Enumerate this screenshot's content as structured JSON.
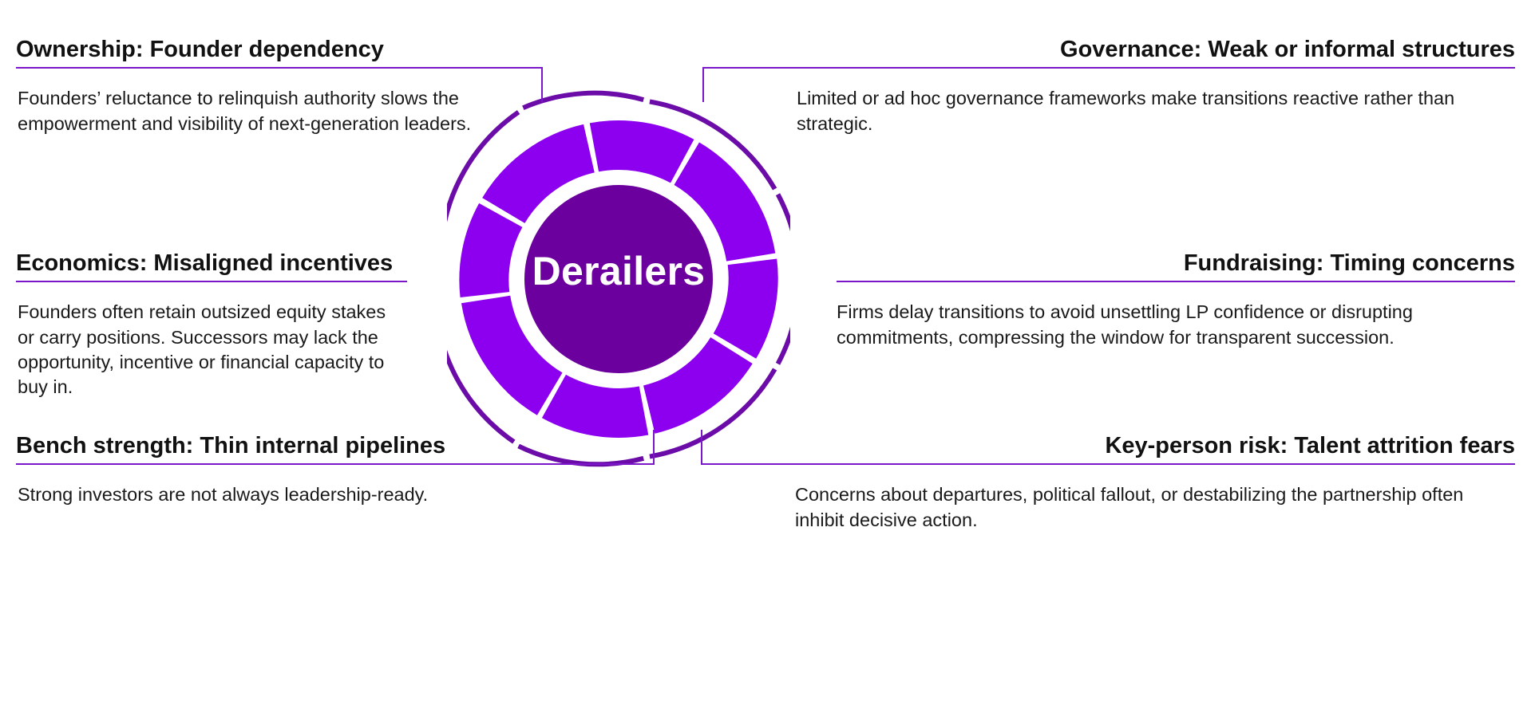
{
  "center": {
    "label": "Derailers"
  },
  "colors": {
    "outer_ring": "#6B0BA8",
    "segment_ring": "#8C00EF",
    "inner_disc": "#6B009E",
    "rule": "#7B16C9",
    "heading_text": "#111111",
    "body_text": "#1A1A1A",
    "background": "#FFFFFF"
  },
  "blocks": {
    "ownership": {
      "heading": "Ownership: Founder dependency",
      "body": "Founders’ reluctance to relinquish authority slows the empowerment and visibility of next-generation leaders."
    },
    "governance": {
      "heading": "Governance: Weak or informal structures",
      "body": "Limited or ad hoc governance frameworks make transitions reactive rather than strategic."
    },
    "economics": {
      "heading": "Economics: Misaligned incentives",
      "body": "Founders often retain outsized equity stakes or carry positions. Successors may lack the opportunity, incentive or financial capacity to buy in."
    },
    "fundraising": {
      "heading": "Fundraising: Timing concerns",
      "body": "Firms delay transitions to avoid unsettling LP confidence or disrupting commitments, compressing the window for transparent succession."
    },
    "bench": {
      "heading": "Bench strength: Thin internal pipelines",
      "body": "Strong investors are not always leadership-ready."
    },
    "keyperson": {
      "heading": "Key-person risk: Talent attrition fears",
      "body": "Concerns about departures, political fallout, or destabilizing the partnership often inhibit decisive action."
    }
  },
  "chart_data": {
    "type": "pie",
    "title": "Derailers",
    "categories": [
      "Ownership: Founder dependency",
      "Governance: Weak or informal structures",
      "Economics: Misaligned incentives",
      "Fundraising: Timing concerns",
      "Bench strength: Thin internal pipelines",
      "Key-person risk: Talent attrition fears"
    ],
    "values": [
      1,
      1,
      1,
      1,
      1,
      1
    ],
    "segment_count": 6,
    "equal_segments": true,
    "xlabel": "",
    "ylabel": "",
    "legend_position": "none"
  }
}
